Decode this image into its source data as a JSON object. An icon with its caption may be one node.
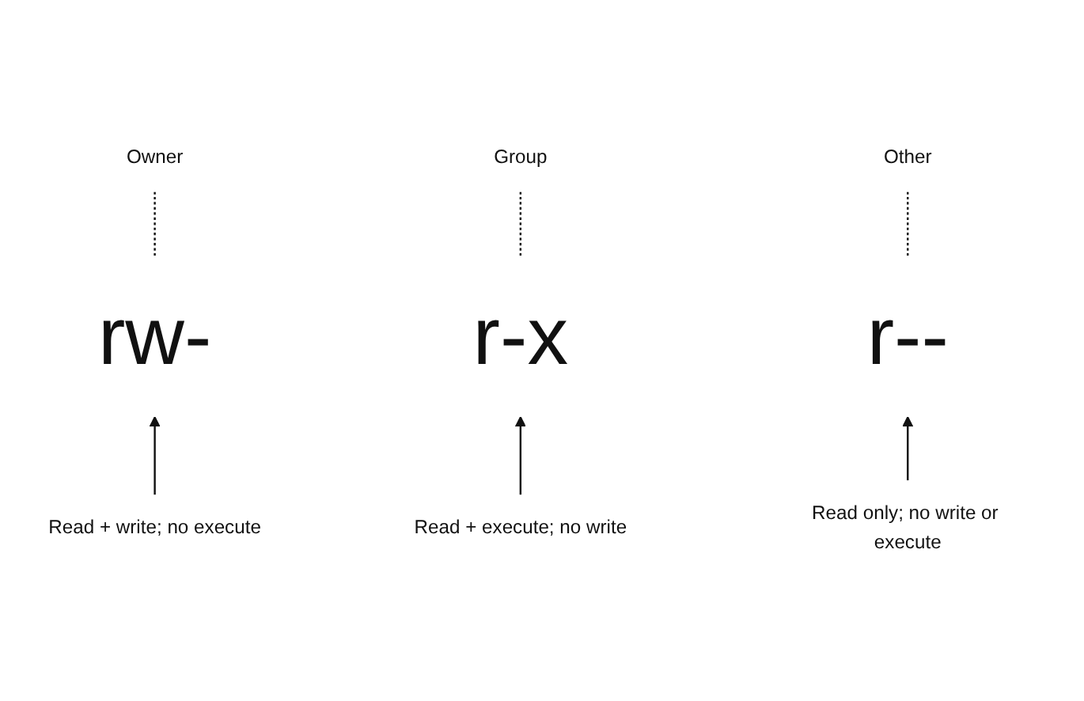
{
  "diagram": {
    "nodes": [
      {
        "text": [
          "Owner"
        ]
      },
      {
        "text": [
          "Group"
        ]
      },
      {
        "text": [
          "Other"
        ]
      },
      {
        "text": [
          "rw-"
        ]
      },
      {
        "text": [
          "r-x"
        ]
      },
      {
        "text": [
          "r--"
        ]
      },
      {
        "text": [
          "Read + write; no execute"
        ]
      },
      {
        "text": [
          "Read + execute; no write"
        ]
      },
      {
        "text": [
          "Read only; no write or execute"
        ]
      }
    ],
    "edges": [
      {
        "from": 3,
        "to": 0,
        "arrow": "none",
        "style": "dashed"
      },
      {
        "from": 4,
        "to": 1,
        "arrow": "none",
        "style": "dashed"
      },
      {
        "from": 5,
        "to": 2,
        "arrow": "none",
        "style": "dashed"
      },
      {
        "from": 6,
        "to": 3,
        "arrow": "to"
      },
      {
        "from": 7,
        "to": 4,
        "arrow": "to"
      },
      {
        "from": 8,
        "to": 5,
        "arrow": "to"
      }
    ]
  }
}
